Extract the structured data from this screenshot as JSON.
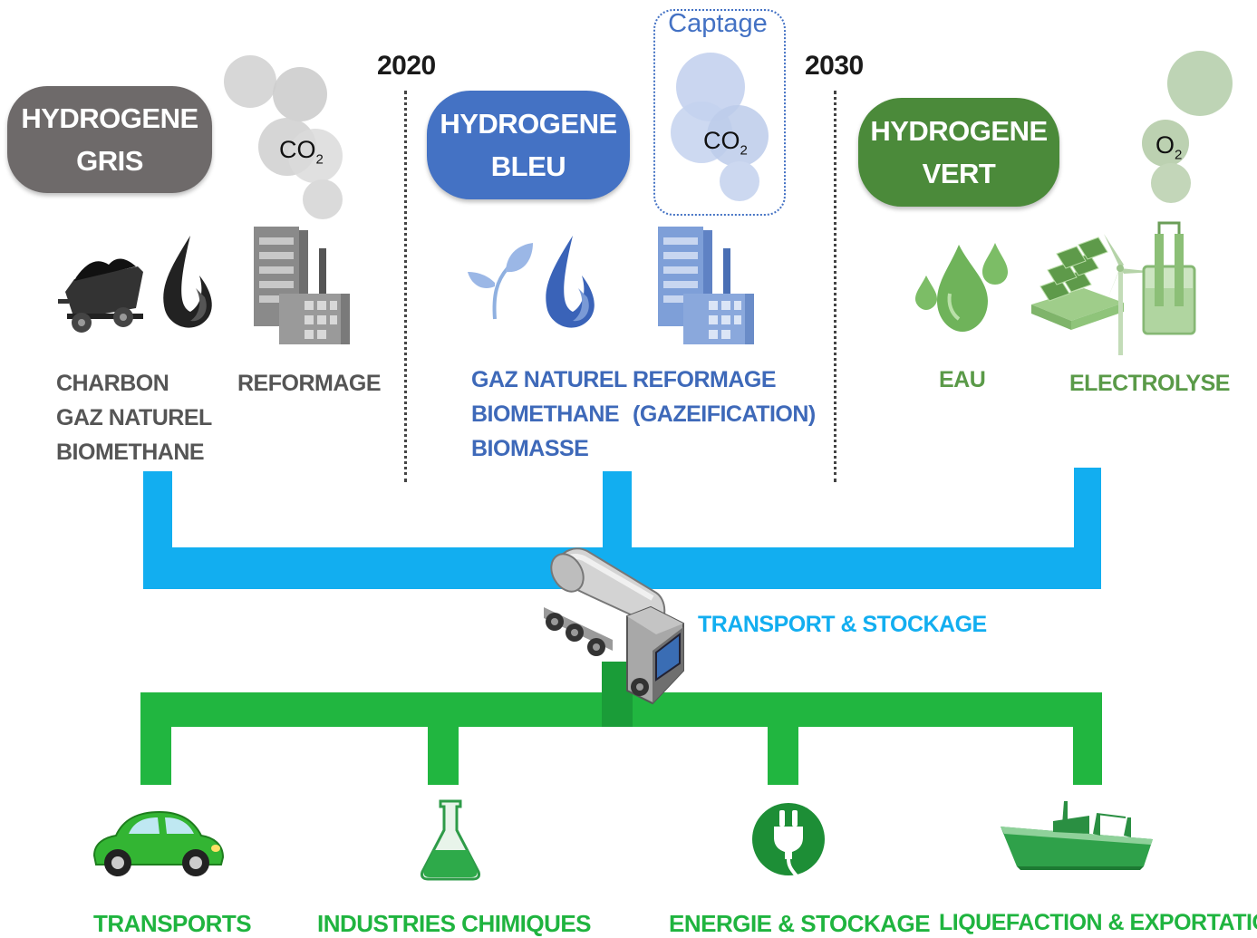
{
  "years": {
    "left": "2020",
    "right": "2030"
  },
  "gris": {
    "pill": [
      "HYDROGENE",
      "GRIS"
    ],
    "sources": [
      "CHARBON",
      "GAZ NATUREL",
      "BIOMETHANE"
    ],
    "process": "REFORMAGE",
    "gas": {
      "base": "CO",
      "sub": "2"
    },
    "color": "#6e6a6a"
  },
  "bleu": {
    "pill": [
      "HYDROGENE",
      "BLEU"
    ],
    "sources": [
      "GAZ NATUREL",
      "BIOMETHANE",
      "BIOMASSE"
    ],
    "process": [
      "REFORMAGE",
      "(GAZEIFICATION)"
    ],
    "capture_label": "Captage",
    "gas": {
      "base": "CO",
      "sub": "2"
    },
    "color": "#4472c4"
  },
  "vert": {
    "pill": [
      "HYDROGENE",
      "VERT"
    ],
    "source": "EAU",
    "process": "ELECTROLYSE",
    "gas": {
      "base": "O",
      "sub": "2"
    },
    "color": "#4b8a3a"
  },
  "transport_label": "TRANSPORT & STOCKAGE",
  "uses": [
    "TRANSPORTS",
    "INDUSTRIES CHIMIQUES",
    "ENERGIE & STOCKAGE",
    "LIQUEFACTION & EXPORTATION"
  ],
  "colors": {
    "pipe_blue": "#12aef0",
    "pipe_green": "#21b640",
    "label_blue": "#12aef0",
    "label_green": "#1fb43f"
  },
  "icons": [
    "coal-wagon-icon",
    "flame-icon",
    "factory-icon",
    "co2-cloud-icon",
    "leaf-icon",
    "water-drops-icon",
    "solar-wind-electrolysis-icon",
    "o2-cloud-icon",
    "tanker-truck-icon",
    "car-icon",
    "flask-icon",
    "power-plug-icon",
    "ship-icon"
  ]
}
